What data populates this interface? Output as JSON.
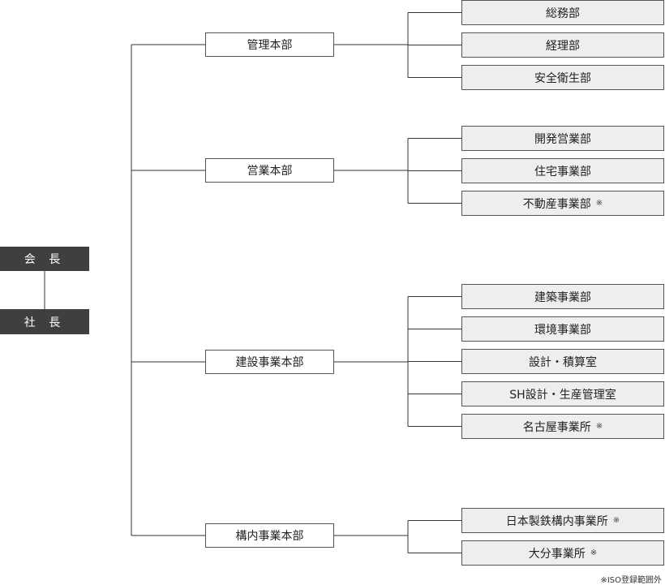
{
  "executives": {
    "chairman": "会 長",
    "president": "社 長"
  },
  "divisions": [
    {
      "label": "管理本部",
      "departments": [
        {
          "label": "総務部",
          "mark": ""
        },
        {
          "label": "経理部",
          "mark": ""
        },
        {
          "label": "安全衛生部",
          "mark": ""
        }
      ]
    },
    {
      "label": "営業本部",
      "departments": [
        {
          "label": "開発営業部",
          "mark": ""
        },
        {
          "label": "住宅事業部",
          "mark": ""
        },
        {
          "label": "不動産事業部",
          "mark": "※"
        }
      ]
    },
    {
      "label": "建設事業本部",
      "departments": [
        {
          "label": "建築事業部",
          "mark": ""
        },
        {
          "label": "環境事業部",
          "mark": ""
        },
        {
          "label": "設計・積算室",
          "mark": ""
        },
        {
          "label": "SH設計・生産管理室",
          "mark": ""
        },
        {
          "label": "名古屋事業所",
          "mark": "※"
        }
      ]
    },
    {
      "label": "構内事業本部",
      "departments": [
        {
          "label": "日本製鉄構内事業所",
          "mark": "※"
        },
        {
          "label": "大分事業所",
          "mark": "※"
        }
      ]
    }
  ],
  "footnote": "※ISO登録範囲外",
  "colors": {
    "executive_fill": "#3f3f3f",
    "department_fill": "#eeeeee",
    "line": "#333333"
  }
}
